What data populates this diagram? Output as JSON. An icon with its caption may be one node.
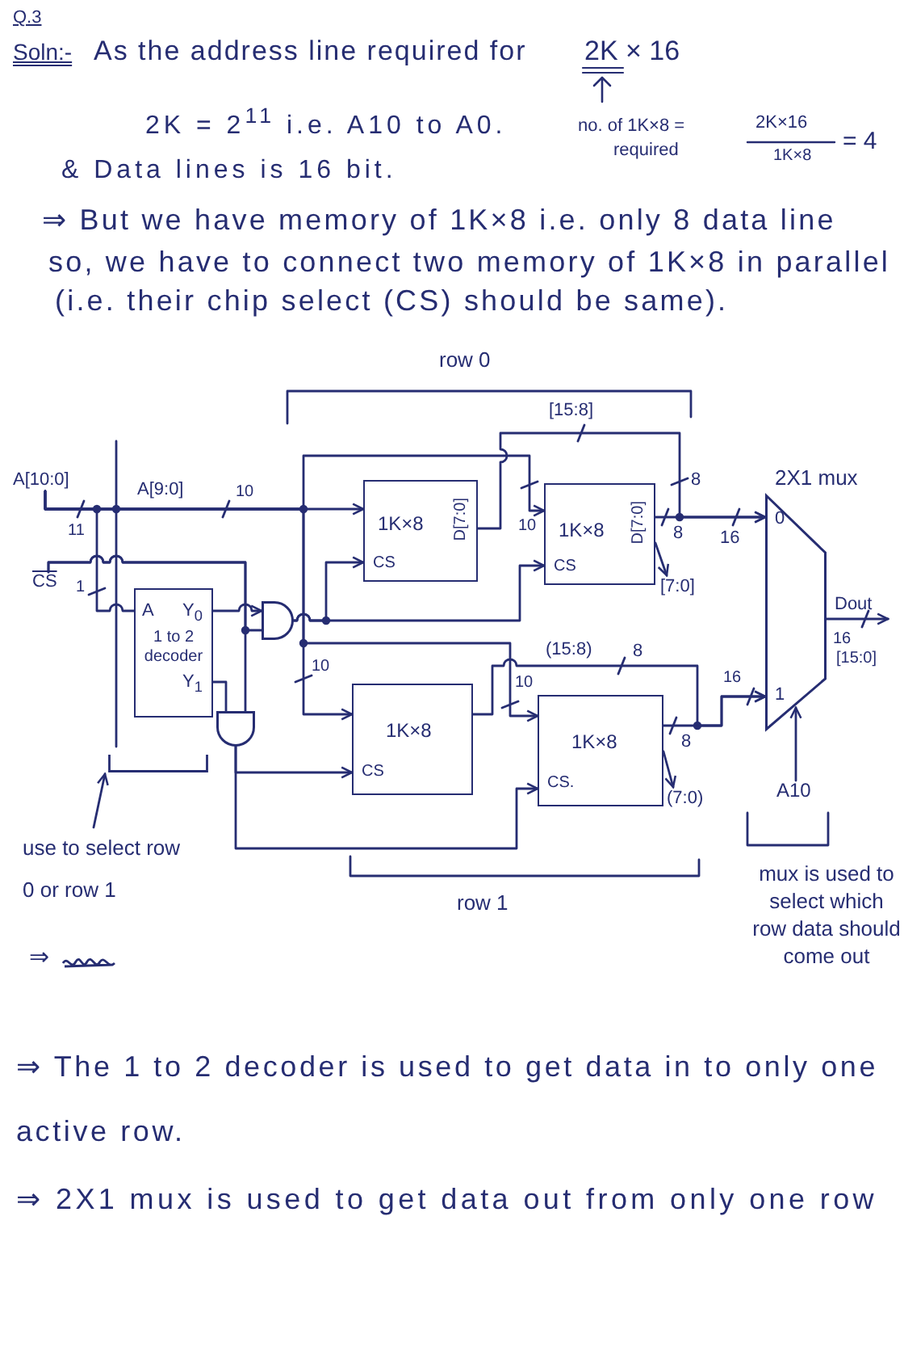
{
  "diagram": {
    "title": "Q.3",
    "nodes": [
      {
        "text": [
          "A[10:0]"
        ]
      },
      {
        "text": [
          "1K×8",
          "CS",
          "D[7:0]"
        ]
      },
      {
        "text": [
          "1K×8",
          "CS",
          "D[7:0]"
        ]
      },
      {
        "text": [
          "2X1 mux",
          "0",
          "1"
        ]
      },
      {
        "text": [
          "CS"
        ]
      },
      {
        "text": [
          "A",
          "Y$_{0}$",
          "1 to 2 decoder",
          "Y$_{1}$"
        ]
      },
      {
        "text": [],
        "shape": "gate"
      },
      {
        "text": [
          "Dout"
        ]
      },
      {
        "text": [],
        "shape": "gate"
      },
      {
        "text": [
          "1K×8",
          "CS"
        ]
      },
      {
        "text": [
          "1K×8",
          "CS."
        ]
      },
      {
        "text": [
          "A10"
        ]
      },
      {
        "text": [
          "use to select row 0 or row 1"
        ]
      },
      {
        "text": [],
        "shape": "bracket"
      },
      {
        "text": [
          "[7:0]"
        ]
      },
      {
        "text": [
          "(7:0)"
        ]
      }
    ],
    "edges": [
      {
        "from": 0,
        "to": 1,
        "arrow": "to",
        "label": "A[9:0]"
      },
      {
        "from": 0,
        "to": 2,
        "arrow": "to"
      },
      {
        "from": 0,
        "to": 9,
        "arrow": "to"
      },
      {
        "from": 0,
        "to": 10,
        "arrow": "to"
      },
      {
        "from": 0,
        "to": 5,
        "arrow": "none"
      },
      {
        "from": 4,
        "to": 6,
        "arrow": "none"
      },
      {
        "from": 4,
        "to": 8,
        "arrow": "none"
      },
      {
        "from": 5,
        "to": 6,
        "arrow": "to"
      },
      {
        "from": 5,
        "to": 8,
        "arrow": "none"
      },
      {
        "from": 6,
        "to": 1,
        "arrow": "to"
      },
      {
        "from": 6,
        "to": 2,
        "arrow": "to"
      },
      {
        "from": 8,
        "to": 9,
        "arrow": "to"
      },
      {
        "from": 8,
        "to": 10,
        "arrow": "to"
      },
      {
        "from": 1,
        "to": 3,
        "arrow": "to"
      },
      {
        "from": 2,
        "to": 3,
        "arrow": "to"
      },
      {
        "from": 9,
        "to": 3,
        "arrow": "to"
      },
      {
        "from": 10,
        "to": 3,
        "arrow": "to"
      },
      {
        "from": 3,
        "to": 7,
        "arrow": "to"
      },
      {
        "from": 11,
        "to": 3,
        "arrow": "to"
      },
      {
        "from": 12,
        "to": 13,
        "arrow": "to"
      },
      {
        "from": 2,
        "to": 14,
        "arrow": "to"
      },
      {
        "from": 10,
        "to": 15,
        "arrow": "to"
      }
    ],
    "labels": [
      "Soln:-",
      "As the address line required for",
      "2K × 16",
      "2K = 2$^{11}$ i.e. A10 to A0.",
      "no. of 1K×8 =",
      "2K×16",
      "= 4",
      "required",
      "1K×8",
      "& Data lines is 16 bit.",
      "⇒ But we have memory of 1K×8 i.e. only 8 data line",
      "so, we have to connect two memory of 1K×8 in parallel",
      "(i.e. their chip select (CS) should be same).",
      "row 0",
      "[15:8]",
      "8",
      "10",
      "11",
      "10",
      "8",
      "16",
      "1",
      "(15:8)",
      "8",
      "16",
      "[15:0]",
      "10",
      "10",
      "16",
      "8",
      "row 1",
      "mux is used to select which row data should come out",
      "⇒",
      "⇒ The 1 to 2 decoder is used to get data in to only one active row.",
      "⇒ 2X1 mux is used to get data out from only one row"
    ]
  }
}
